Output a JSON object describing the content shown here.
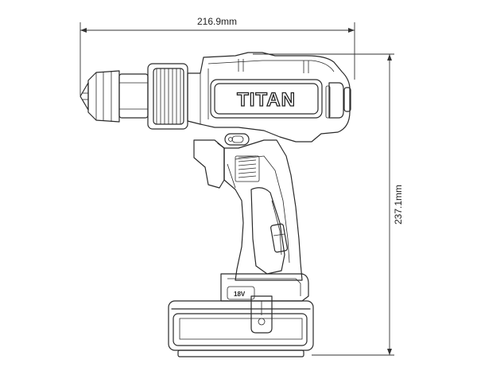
{
  "dimensions": {
    "width_label": "216.9mm",
    "height_label": "237.1mm"
  },
  "product": {
    "brand": "TITAN",
    "voltage_label": "18V"
  },
  "colors": {
    "line": "#2a2a2a",
    "background": "#ffffff"
  }
}
